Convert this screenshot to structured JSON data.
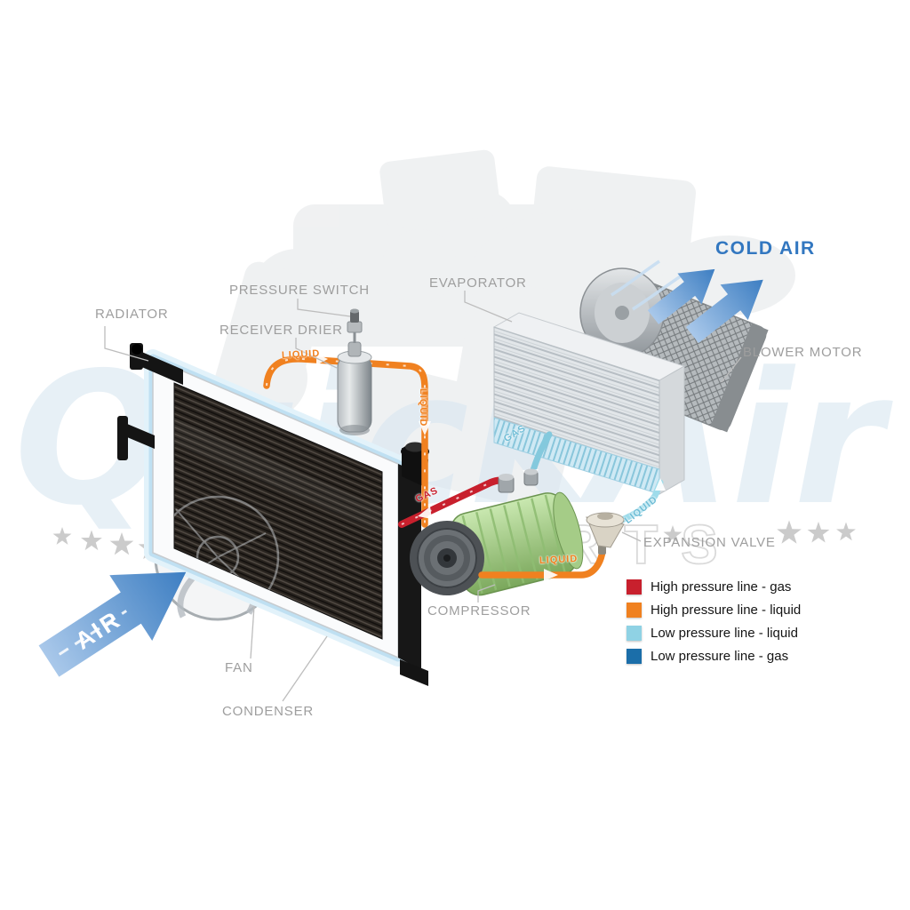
{
  "watermark": {
    "brand": "QuickAir",
    "subtext": "AUTO PARTS"
  },
  "component_labels": {
    "radiator": "RADIATOR",
    "pressure_switch": "PRESSURE SWITCH",
    "receiver_drier": "RECEIVER DRIER",
    "evaporator": "EVAPORATOR",
    "blower_motor": "BLOWER MOTOR",
    "expansion_valve": "EXPANSION VALVE",
    "compressor": "COMPRESSOR",
    "fan": "FAN",
    "condenser": "CONDENSER"
  },
  "airflow": {
    "cold_air": "COLD AIR",
    "air": "AIR"
  },
  "flow_labels": {
    "liquid_near_drier": "LIQUID",
    "liquid_down": "LIQUID",
    "liquid_to_valve": "LIQUID",
    "liquid_to_evaporator": "LIQUID",
    "gas_to_condenser": "GAS",
    "gas_to_compressor": "GAS"
  },
  "legend": {
    "items": [
      {
        "label": "High pressure line - gas",
        "color": "#c8202d"
      },
      {
        "label": "High pressure line - liquid",
        "color": "#f08120"
      },
      {
        "label": "Low pressure line - liquid",
        "color": "#8fd2e4"
      },
      {
        "label": "Low pressure line -  gas",
        "color": "#1b6ea9"
      }
    ]
  },
  "colors": {
    "hp_gas": "#c8202d",
    "hp_liquid": "#f08120",
    "lp_liquid": "#8fd2e4",
    "lp_gas": "#1b6ea9",
    "air_arrow": "#3d7ec2",
    "label_gray": "#9e9e9e",
    "cold_air_text": "#3277c0"
  }
}
